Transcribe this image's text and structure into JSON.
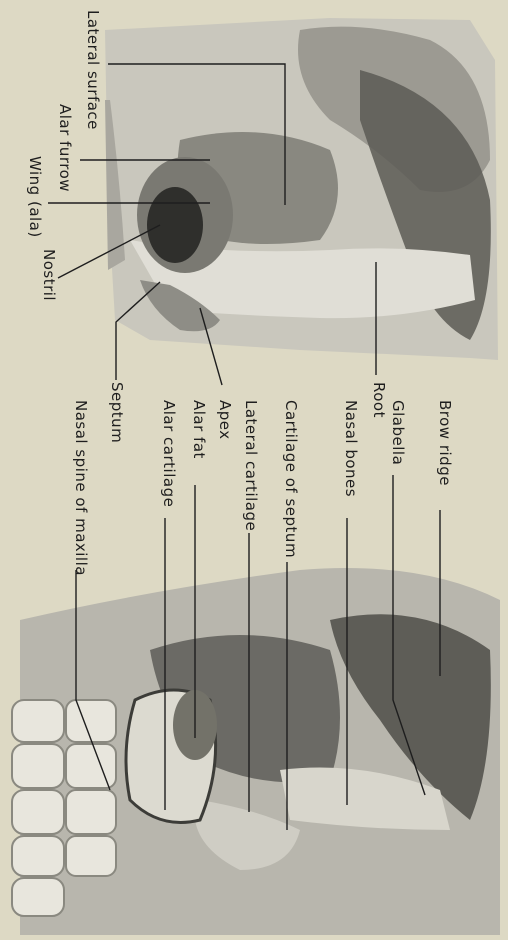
{
  "labels": {
    "lateral_surface": "Lateral surface",
    "alar_furrow": "Alar furrow",
    "wing_ala": "Wing (ala)",
    "nostril": "Nostril",
    "septum": "Septum",
    "brow_ridge": "Brow ridge",
    "glabella": "Glabella",
    "root": "Root",
    "nasal_bones": "Nasal bones",
    "cartilage_of_septum": "Cartilage of septum",
    "lateral_cartilage": "Lateral cartilage",
    "apex": "Apex",
    "alar_fat": "Alar fat",
    "alar_cartilage": "Alar cartilage",
    "nasal_spine_of_maxilla": "Nasal spine of maxilla"
  }
}
